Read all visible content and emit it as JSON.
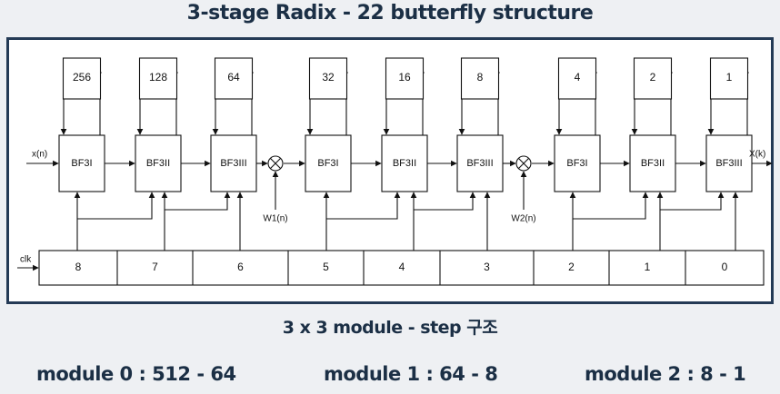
{
  "title": "3-stage Radix - 22 butterfly structure",
  "diagram": {
    "delays": [
      "256",
      "128",
      "64",
      "32",
      "16",
      "8",
      "4",
      "2",
      "1"
    ],
    "butterflies": [
      "BF3I",
      "BF3II",
      "BF3III",
      "BF3I",
      "BF3II",
      "BF3III",
      "BF3I",
      "BF3II",
      "BF3III"
    ],
    "input_label": "x(n)",
    "output_label": "X(k)",
    "twiddles": [
      "W1(n)",
      "W2(n)"
    ],
    "clock_label": "clk",
    "counter_bits": [
      "8",
      "7",
      "6",
      "5",
      "4",
      "3",
      "2",
      "1",
      "0"
    ]
  },
  "subtitle": "3 x 3 module - step 구조",
  "modules": [
    "module 0 : 512 - 64",
    "module 1 : 64 - 8",
    "module 2 : 8 - 1"
  ]
}
